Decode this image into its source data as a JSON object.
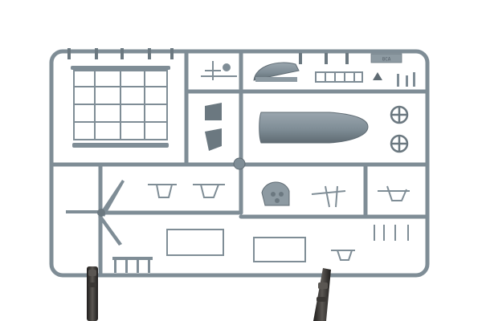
{
  "image": {
    "subject": "plastic-model-kit-sprue",
    "background_color": "#ffffff",
    "plastic_color": "#7f8d96",
    "plastic_highlight": "#9aa6ae",
    "plastic_shadow": "#5f6b73",
    "holder_color": "#2e2c2a",
    "holder_highlight": "#5a5652"
  },
  "sprue": {
    "code_label": "8CA"
  },
  "parts": [
    {
      "name": "fuselage-half"
    },
    {
      "name": "canopy"
    },
    {
      "name": "propeller"
    },
    {
      "name": "wheel-upper"
    },
    {
      "name": "wheel-lower"
    },
    {
      "name": "wing-panel-upper"
    },
    {
      "name": "wing-panel-lower"
    },
    {
      "name": "instrument-panel"
    },
    {
      "name": "cockpit-frame"
    },
    {
      "name": "ladder-part"
    },
    {
      "name": "tail-stand"
    },
    {
      "name": "seat"
    },
    {
      "name": "bomb-rack-left"
    },
    {
      "name": "bomb-rack-right"
    }
  ]
}
